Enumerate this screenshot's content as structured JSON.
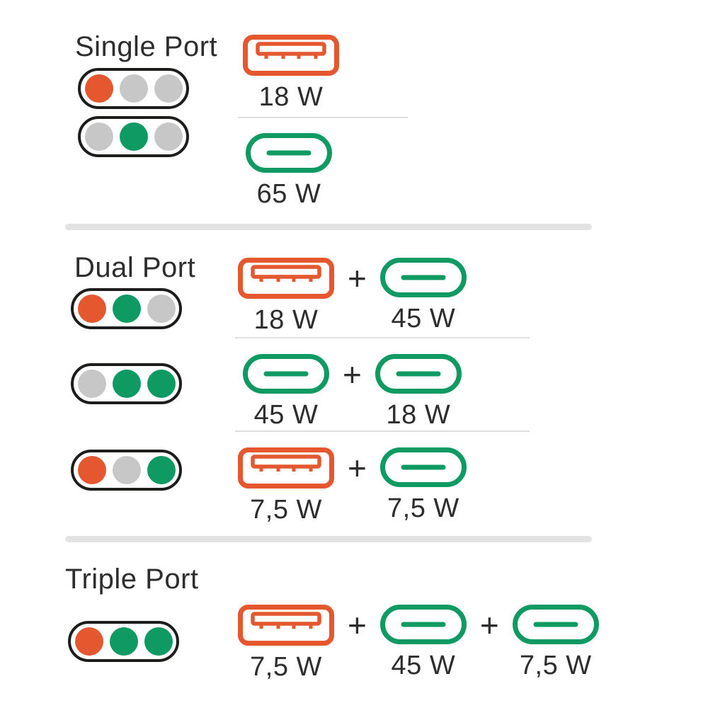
{
  "colors": {
    "usb_a_orange": "#E4572F",
    "usb_c_green": "#0E9A62",
    "inactive_gray": "#C7C7C7",
    "outline_black": "#1D1D1B",
    "text": "#2D2D2D"
  },
  "plus_sign": "+",
  "sections": [
    {
      "title": "Single Port",
      "rows": [
        {
          "dots": [
            "#E4572F",
            "#C7C7C7",
            "#C7C7C7"
          ],
          "ports": [
            {
              "type": "usb-a",
              "watts": "18 W"
            }
          ]
        },
        {
          "dots": [
            "#C7C7C7",
            "#0E9A62",
            "#C7C7C7"
          ],
          "ports": [
            {
              "type": "usb-c",
              "watts": "65 W"
            }
          ]
        }
      ]
    },
    {
      "title": "Dual Port",
      "rows": [
        {
          "dots": [
            "#E4572F",
            "#0E9A62",
            "#C7C7C7"
          ],
          "ports": [
            {
              "type": "usb-a",
              "watts": "18 W"
            },
            {
              "type": "usb-c",
              "watts": "45 W"
            }
          ]
        },
        {
          "dots": [
            "#C7C7C7",
            "#0E9A62",
            "#0E9A62"
          ],
          "ports": [
            {
              "type": "usb-c",
              "watts": "45 W"
            },
            {
              "type": "usb-c",
              "watts": "18 W"
            }
          ]
        },
        {
          "dots": [
            "#E4572F",
            "#C7C7C7",
            "#0E9A62"
          ],
          "ports": [
            {
              "type": "usb-a",
              "watts": "7,5 W"
            },
            {
              "type": "usb-c",
              "watts": "7,5 W"
            }
          ]
        }
      ]
    },
    {
      "title": "Triple Port",
      "rows": [
        {
          "dots": [
            "#E4572F",
            "#0E9A62",
            "#0E9A62"
          ],
          "ports": [
            {
              "type": "usb-a",
              "watts": "7,5 W"
            },
            {
              "type": "usb-c",
              "watts": "45 W"
            },
            {
              "type": "usb-c",
              "watts": "7,5 W"
            }
          ]
        }
      ]
    }
  ]
}
